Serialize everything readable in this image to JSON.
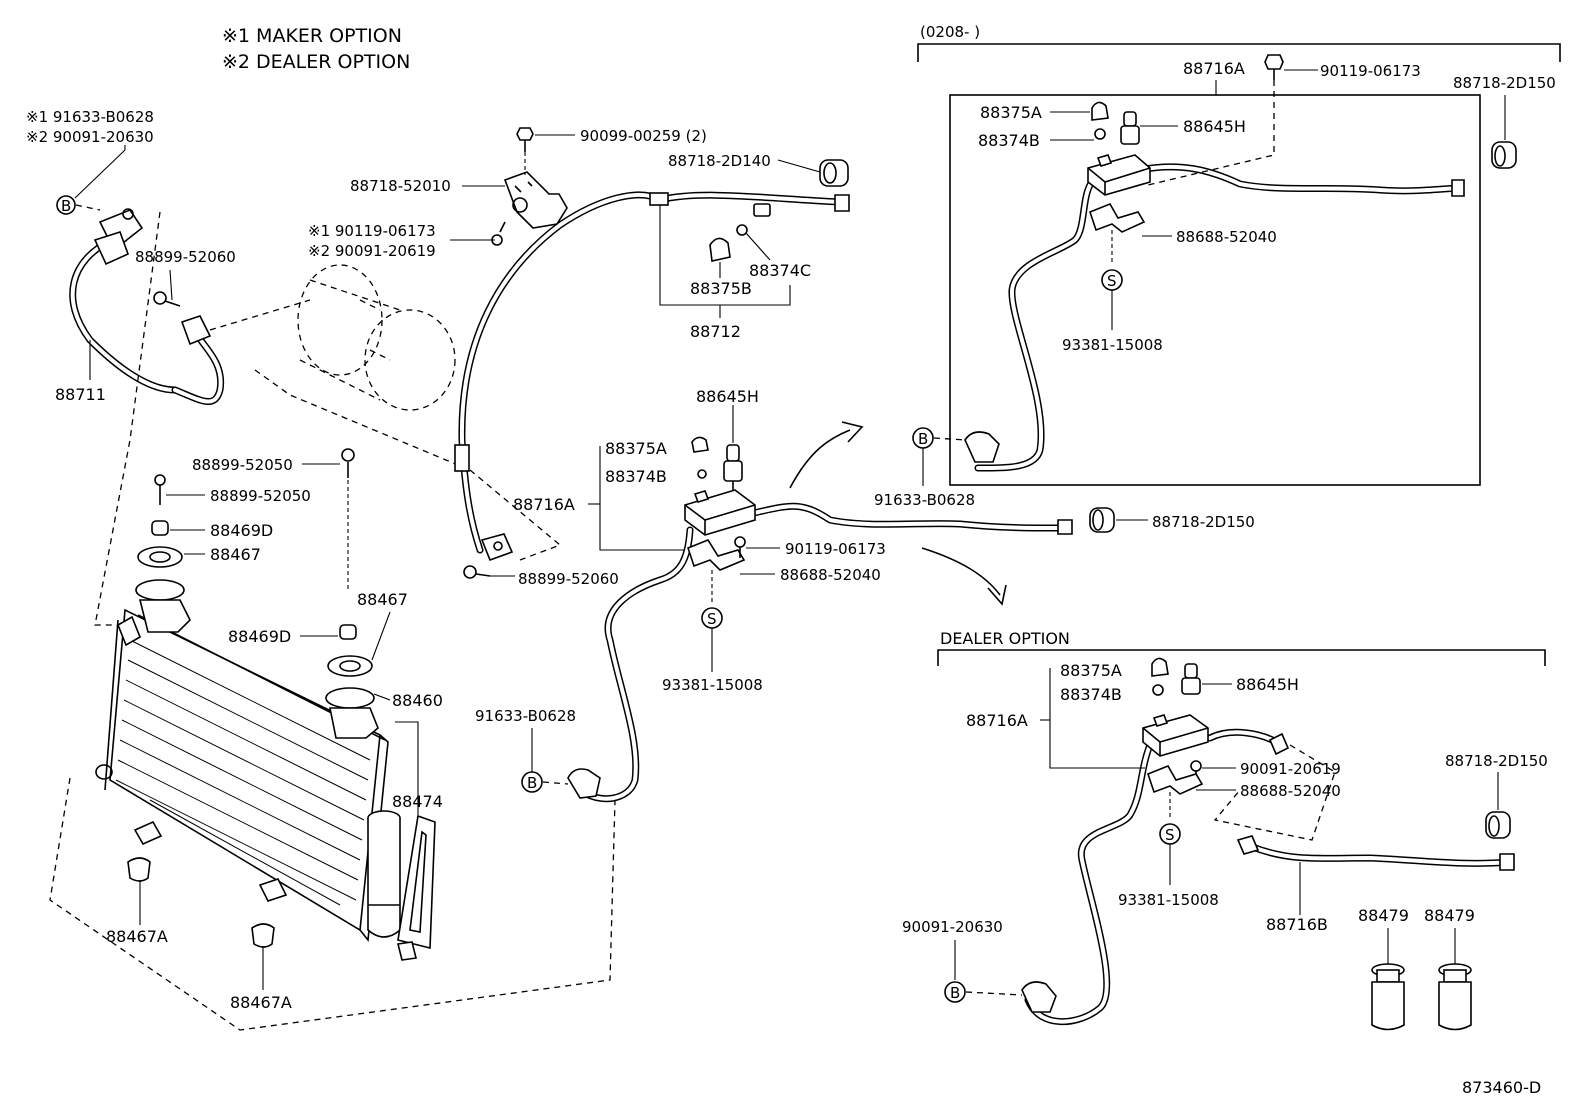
{
  "legend": {
    "maker_option": "※1 MAKER OPTION",
    "dealer_option": "※2 DEALER OPTION"
  },
  "diagram_code": "873460-D",
  "sections": {
    "date_range": "(0208-           )",
    "dealer_option": "DEALER OPTION"
  },
  "markers": {
    "B": "B",
    "S": "S"
  },
  "parts": {
    "p_m1_91633": "※1  91633-B0628",
    "p_m2_90091": "※2  90091-20630",
    "p_88899_52060_a": "88899-52060",
    "p_88711": "88711",
    "p_90099": "90099-00259 (2)",
    "p_88718_52010": "88718-52010",
    "p_88718_2d140": "88718-2D140",
    "p_m1_90119": "※1  90119-06173",
    "p_m2_90091_619": "※2  90091-20619",
    "p_88374c": "88374C",
    "p_88375b": "88375B",
    "p_88712": "88712",
    "p_88899_52050_a": "88899-52050",
    "p_88899_52050_b": "88899-52050",
    "p_88469d_a": "88469D",
    "p_88467_a": "88467",
    "p_88467_b": "88467",
    "p_88469d_b": "88469D",
    "p_88460": "88460",
    "p_88474": "88474",
    "p_88467a_a": "88467A",
    "p_88467a_b": "88467A",
    "p_88645h_c": "88645H",
    "p_88375a_c": "88375A",
    "p_88374b_c": "88374B",
    "p_88716a_c": "88716A",
    "p_90119_c": "90119-06173",
    "p_88688_c": "88688-52040",
    "p_88899_52060_b": "88899-52060",
    "p_93381_c": "93381-15008",
    "p_91633_c": "91633-B0628",
    "p_88718_2d150_c": "88718-2D150",
    "p_88716a_r": "88716A",
    "p_90119_r": "90119-06173",
    "p_88718_2d150_r": "88718-2D150",
    "p_88375a_r": "88375A",
    "p_88645h_r": "88645H",
    "p_88374b_r": "88374B",
    "p_88688_r": "88688-52040",
    "p_93381_r": "93381-15008",
    "p_91633_r": "91633-B0628",
    "p_88375a_d": "88375A",
    "p_88645h_d": "88645H",
    "p_88374b_d": "88374B",
    "p_88716a_d": "88716A",
    "p_90091_d": "90091-20619",
    "p_88688_d": "88688-52040",
    "p_88718_2d150_d": "88718-2D150",
    "p_93381_d": "93381-15008",
    "p_90091_20630_d": "90091-20630",
    "p_88716b_d": "88716B",
    "p_88479_a": "88479",
    "p_88479_b": "88479"
  }
}
